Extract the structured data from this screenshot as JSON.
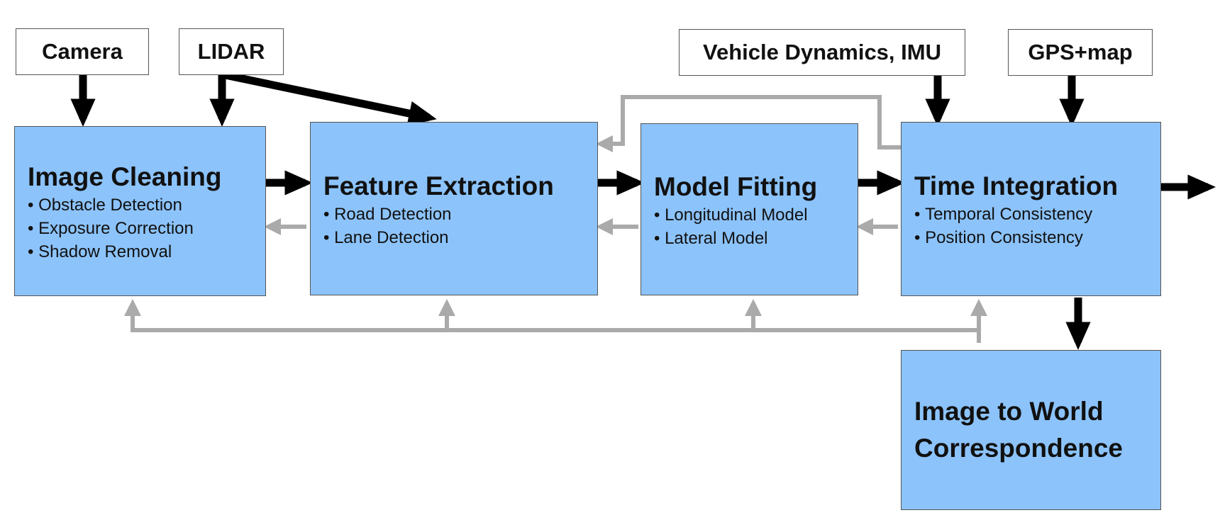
{
  "inputs": {
    "camera": "Camera",
    "lidar": "LIDAR",
    "vehicle_dynamics": "Vehicle Dynamics, IMU",
    "gps": "GPS+map"
  },
  "stages": {
    "image_cleaning": {
      "title": "Image Cleaning",
      "items": [
        "Obstacle Detection",
        "Exposure Correction",
        "Shadow Removal"
      ]
    },
    "feature_extraction": {
      "title": "Feature Extraction",
      "items": [
        "Road Detection",
        "Lane Detection"
      ]
    },
    "model_fitting": {
      "title": "Model Fitting",
      "items": [
        "Longitudinal Model",
        "Lateral Model"
      ]
    },
    "time_integration": {
      "title": "Time Integration",
      "items": [
        "Temporal Consistency",
        "Position Consistency"
      ]
    },
    "image_to_world": {
      "title_line1": "Image to World",
      "title_line2": "Correspondence"
    }
  },
  "colors": {
    "stage_fill": "#8cc3fb",
    "forward_arrow": "#000000",
    "feedback_arrow": "#aaaaaa"
  }
}
